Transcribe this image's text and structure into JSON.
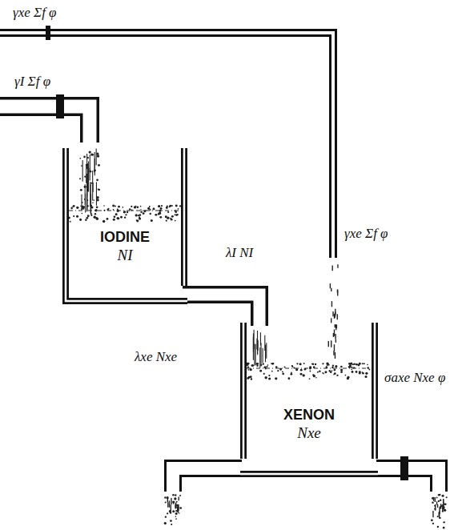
{
  "diagram": {
    "nodes": [
      {
        "text": [
          "IODINE",
          "NI"
        ]
      },
      {
        "text": [
          "XENON",
          "Nxe"
        ]
      }
    ],
    "edges": [
      {
        "from": 0,
        "to": 1,
        "arrow": "none",
        "label": "λI NI"
      }
    ],
    "labels": [
      "γxe Σf φ",
      "γI Σf φ",
      "γxe Σf φ",
      "λxe Nxe",
      "σaxe Nxe φ"
    ]
  }
}
